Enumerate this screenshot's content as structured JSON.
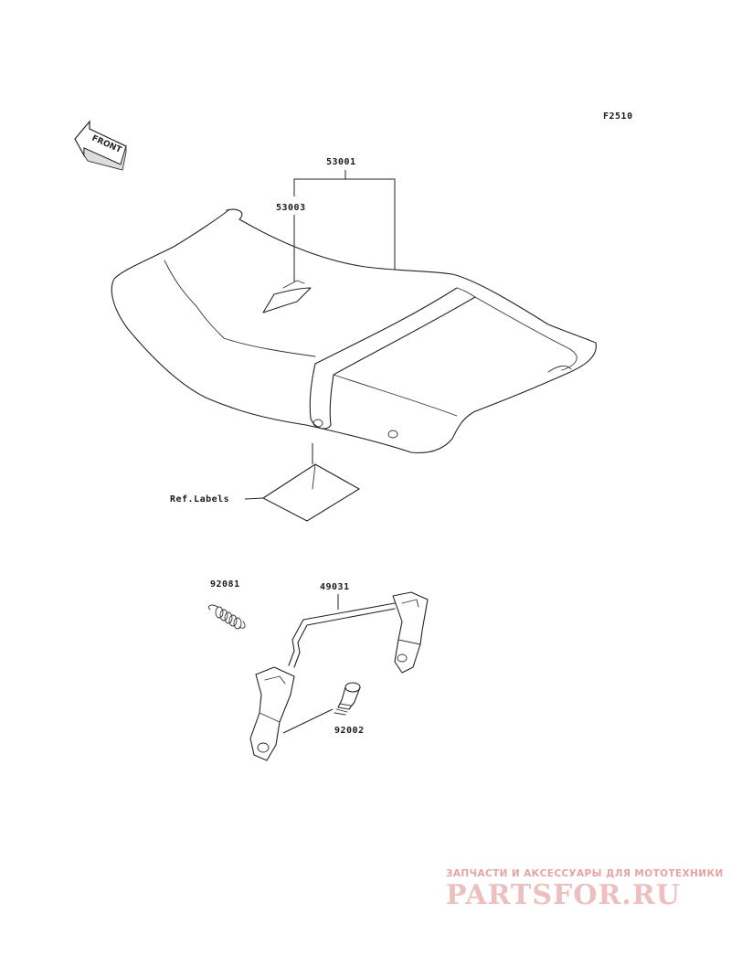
{
  "figure_code": "F2510",
  "front_arrow_text": "FRONT",
  "parts": {
    "seat": "53001",
    "seat_emblem": "53003",
    "ref_labels": "Ref.Labels",
    "spring": "92081",
    "seat_bracket": "49031",
    "bolt": "92002"
  },
  "watermark": {
    "tagline": "ЗАПЧАСТИ И АКСЕССУАРЫ ДЛЯ МОТОТЕХНИКИ",
    "logo": "PARTSFOR.RU",
    "color": "#e8a3a3"
  }
}
